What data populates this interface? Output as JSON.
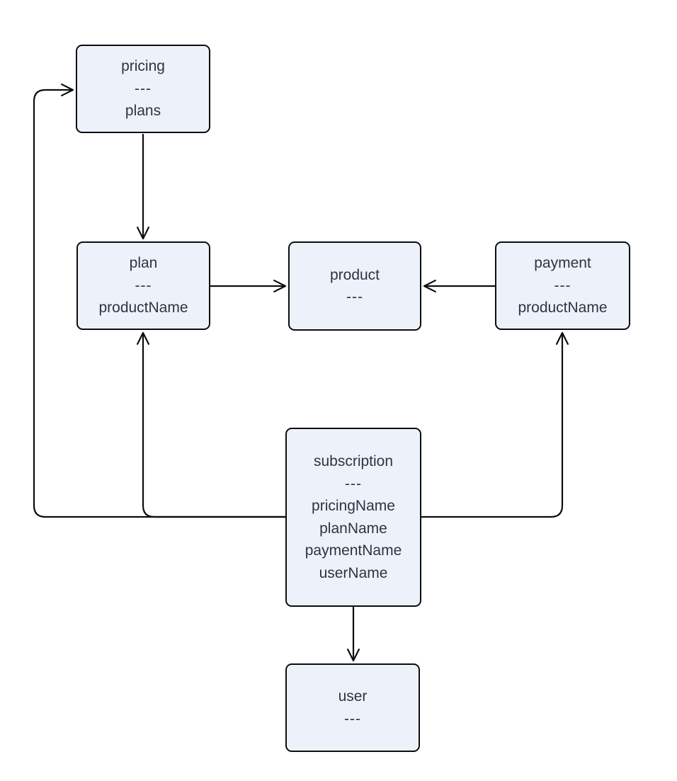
{
  "diagram": {
    "type": "entity-relation-flowchart",
    "colors": {
      "background": "#ffffff",
      "node_fill": "#edf2fa",
      "node_border": "#0c0d0e",
      "edge_stroke": "#0c0d0e",
      "text": "#2e3440"
    },
    "nodes": [
      {
        "id": "pricing",
        "title": "pricing",
        "separator": "---",
        "attributes": [
          "plans"
        ]
      },
      {
        "id": "plan",
        "title": "plan",
        "separator": "---",
        "attributes": [
          "productName"
        ]
      },
      {
        "id": "product",
        "title": "product",
        "separator": "---",
        "attributes": []
      },
      {
        "id": "payment",
        "title": "payment",
        "separator": "---",
        "attributes": [
          "productName"
        ]
      },
      {
        "id": "subscription",
        "title": "subscription",
        "separator": "---",
        "attributes": [
          "pricingName",
          "planName",
          "paymentName",
          "userName"
        ]
      },
      {
        "id": "user",
        "title": "user",
        "separator": "---",
        "attributes": []
      }
    ],
    "edges": [
      {
        "from": "pricing",
        "to": "plan"
      },
      {
        "from": "plan",
        "to": "product"
      },
      {
        "from": "payment",
        "to": "product"
      },
      {
        "from": "subscription",
        "to": "pricing"
      },
      {
        "from": "subscription",
        "to": "plan"
      },
      {
        "from": "subscription",
        "to": "payment"
      },
      {
        "from": "subscription",
        "to": "user"
      }
    ]
  }
}
